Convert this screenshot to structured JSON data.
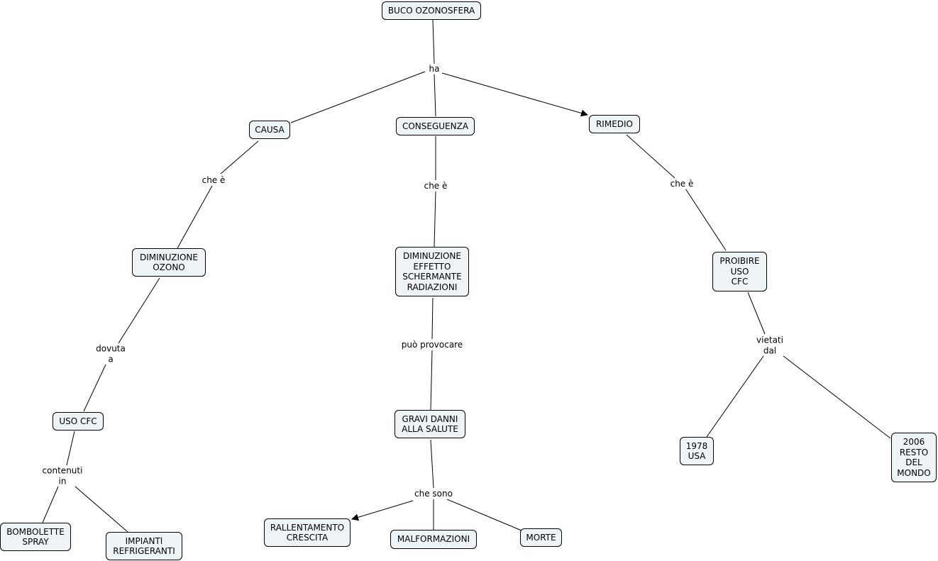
{
  "concept_map": {
    "concepts": {
      "buco_ozonosfera": "BUCO OZONOSFERA",
      "causa": "CAUSA",
      "conseguenza": "CONSEGUENZA",
      "rimedio": "RIMEDIO",
      "diminuzione_ozono": "DIMINUZIONE\nOZONO",
      "diminuzione_effetto": "DIMINUZIONE\nEFFETTO\nSCHERMANTE\nRADIAZIONI",
      "proibire_uso_cfc": "PROIBIRE\nUSO\nCFC",
      "uso_cfc": "USO CFC",
      "gravi_danni": "GRAVI DANNI\nALLA SALUTE",
      "usa_1978": "1978\nUSA",
      "resto_mondo_2006": "2006\nRESTO\nDEL\nMONDO",
      "bombolette_spray": "BOMBOLETTE\nSPRAY",
      "impianti_refrigeranti": "IMPIANTI\nREFRIGERANTI",
      "rallentamento_crescita": "RALLENTAMENTO\nCRESCITA",
      "malformazioni": "MALFORMAZIONI",
      "morte": "MORTE"
    },
    "linking_phrases": {
      "ha": "ha",
      "che_e_causa": "che è",
      "che_e_conseguenza": "che è",
      "che_e_rimedio": "che è",
      "dovuta_a": "dovuta\na",
      "contenuti_in": "contenuti\nin",
      "puo_provocare": "può provocare",
      "che_sono": "che sono",
      "vietati_dal": "vietati\ndal"
    }
  }
}
